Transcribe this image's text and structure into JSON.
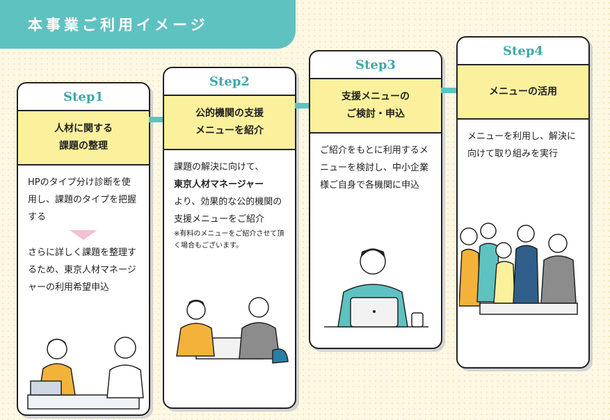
{
  "banner": {
    "title": "本事業ご利用イメージ"
  },
  "steps": [
    {
      "label": "Step1",
      "title": "人材に関する\n課題の整理",
      "desc1": "HPのタイプ分け診断を使用し、課題のタイプを把握する",
      "desc2": "さらに詳しく課題を整理するため、東京人材マネージャーの利用希望申込"
    },
    {
      "label": "Step2",
      "title": "公的機関の支援\nメニューを紹介",
      "desc_a": "課題の解決に向けて、",
      "desc_b": "東京人材マネージャー",
      "desc_c": "より、効果的な公的機関の支援メニューをご紹介",
      "note": "※有料のメニューをご紹介させて頂く場合もございます。"
    },
    {
      "label": "Step3",
      "title": "支援メニューの\nご検討・申込",
      "desc": "ご紹介をもとに利用するメニューを検討し、中小企業様ご自身で各機関に申込"
    },
    {
      "label": "Step4",
      "title": "メニューの活用",
      "desc": "メニューを利用し、解決に向けて取り組みを実行"
    }
  ],
  "colors": {
    "teal": "#5ec2c1",
    "yellow": "#fbf19c",
    "pink": "#f7bfd4"
  }
}
